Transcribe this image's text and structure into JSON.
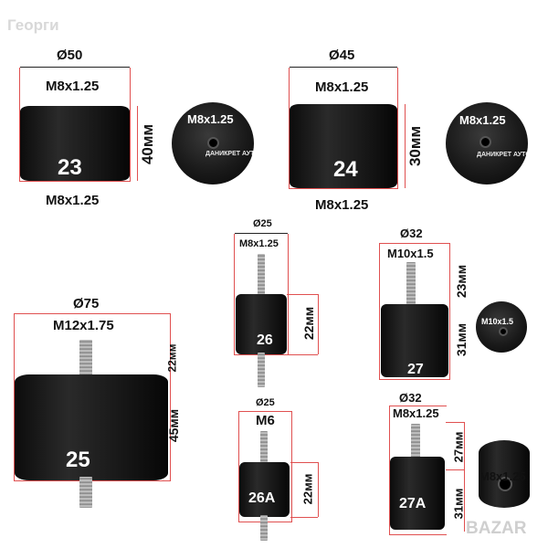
{
  "watermark": {
    "top_left": "Георги",
    "bottom_right": "BAZAR"
  },
  "logo_text": "ДАНИКРЕТ АУТО",
  "items": {
    "i23": {
      "number": "23",
      "diameter": "Ø50",
      "top_thread": "M8x1.25",
      "bottom_thread": "M8x1.25",
      "height": "40мм",
      "end_view_thread": "M8x1.25"
    },
    "i24": {
      "number": "24",
      "diameter": "Ø45",
      "top_thread": "M8x1.25",
      "bottom_thread": "M8x1.25",
      "height": "30мм",
      "end_view_thread": "M8x1.25"
    },
    "i25": {
      "number": "25",
      "diameter": "Ø75",
      "thread": "M12x1.75",
      "bolt_height": "22мм",
      "height": "45мм"
    },
    "i26": {
      "number": "26",
      "diameter": "Ø25",
      "thread": "M8x1.25",
      "height": "22мм"
    },
    "i26a": {
      "number": "26A",
      "diameter": "Ø25",
      "thread": "M6",
      "height": "22мм"
    },
    "i27": {
      "number": "27",
      "diameter": "Ø32",
      "thread": "M10x1.5",
      "bolt_height": "23мм",
      "height": "31мм",
      "end_view_thread": "M10x1.5"
    },
    "i27a": {
      "number": "27A",
      "diameter": "Ø32",
      "thread": "M8x1.25",
      "bolt_height": "27мм",
      "height": "31мм",
      "end_view_thread": "M8x1.25"
    }
  },
  "colors": {
    "dimension_lines": "#e05050",
    "rubber": "#1a1a1a",
    "logo_blue": "#2a6fd1"
  }
}
